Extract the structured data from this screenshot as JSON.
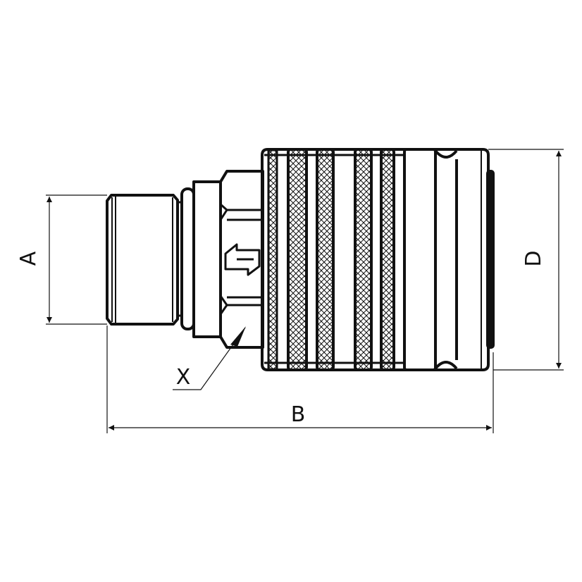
{
  "drawing": {
    "dimension_labels": {
      "a": "A",
      "b": "B",
      "d": "D",
      "x": "X"
    },
    "line_color": "#111111",
    "background": "#ffffff"
  }
}
